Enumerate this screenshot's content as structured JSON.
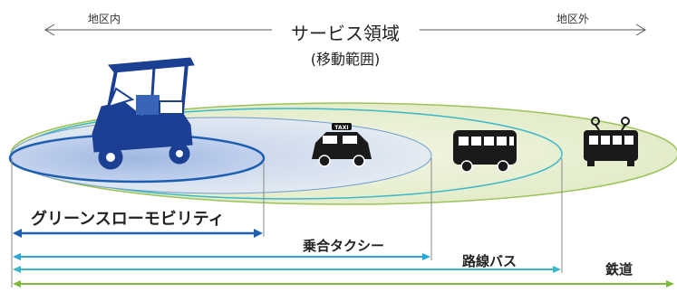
{
  "header": {
    "left_label": "地区内",
    "right_label": "地区外",
    "title_line1": "サービス領域",
    "title_line2": "(移動範囲)"
  },
  "modes": [
    {
      "label": "グリーンスローモビリティ",
      "icon": "golf-cart-icon"
    },
    {
      "label": "乗合タクシー",
      "icon": "taxi-icon",
      "sign": "TAXI"
    },
    {
      "label": "路線バス",
      "icon": "bus-icon"
    },
    {
      "label": "鉄道",
      "icon": "train-icon"
    }
  ],
  "colors": {
    "slow_mobility": "#1f5fb0",
    "taxi": "#2aa7d6",
    "bus": "#3bb8c8",
    "rail": "#7dbb3a",
    "zone_fill_inner": "#b8c9e6",
    "zone_fill_outer": "#e6efd0",
    "icon": "#1a2a5c",
    "text": "#222222"
  }
}
